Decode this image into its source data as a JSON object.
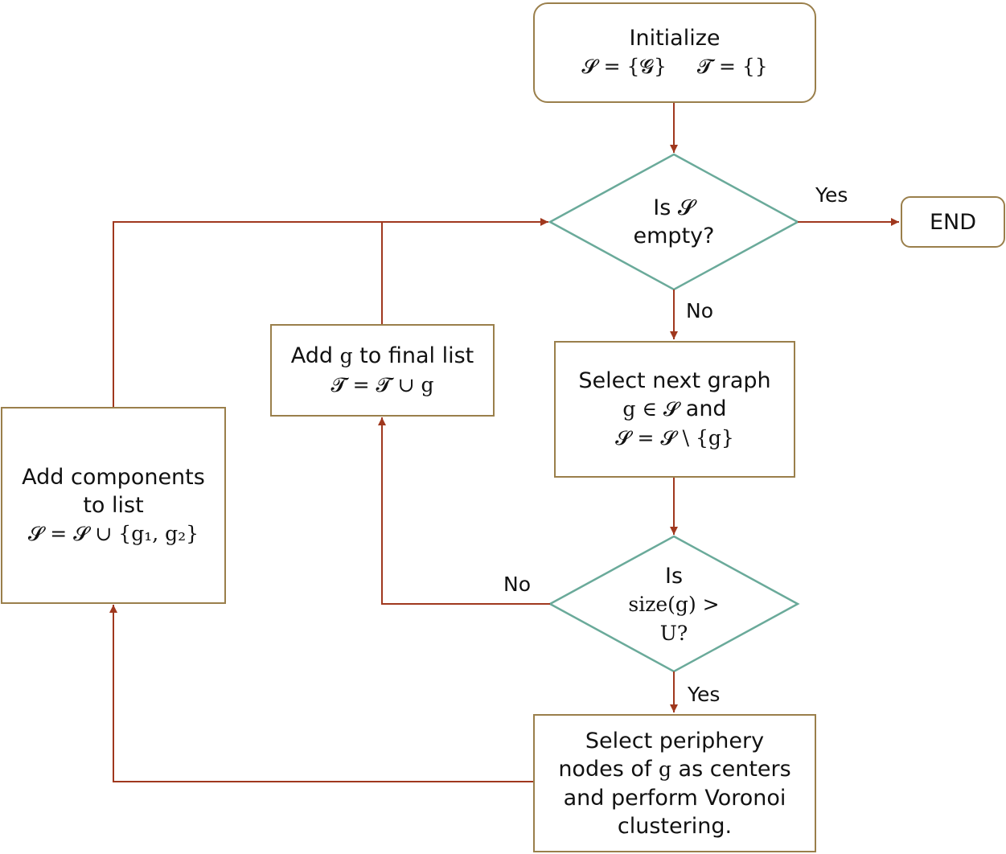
{
  "colors": {
    "box_border": "#9a7f4b",
    "diamond_border": "#6aaa9a",
    "arrow": "#a0381e",
    "text": "#111111"
  },
  "nodes": {
    "initialize": {
      "title": "Initialize",
      "formula_s": "𝓢 = {𝓖}",
      "formula_t": "𝓣 = {}"
    },
    "is_empty": {
      "line1": "Is 𝓢",
      "line2": "empty?"
    },
    "end": {
      "label": "END"
    },
    "select_next": {
      "line1": "Select next graph",
      "line2_math": "g ∈ 𝓢",
      "line2_text": " and",
      "line3": "𝓢 = 𝓢 \\ {g}"
    },
    "add_final": {
      "line1_pre": "Add ",
      "line1_math": "g",
      "line1_post": " to final list",
      "line2": "𝓣 = 𝓣 ∪ g"
    },
    "add_components": {
      "line1": "Add components",
      "line2": "to list",
      "line3": "𝓢 = 𝓢 ∪ {g₁, g₂}"
    },
    "is_size": {
      "line1": "Is",
      "line2": "size(g) >",
      "line3": "U?"
    },
    "select_periphery": {
      "line1": "Select periphery",
      "line2_pre": "nodes of ",
      "line2_math": "g",
      "line2_post": " as centers",
      "line3": "and perform Voronoi",
      "line4": "clustering."
    }
  },
  "edge_labels": {
    "empty_yes": "Yes",
    "empty_no": "No",
    "size_no": "No",
    "size_yes": "Yes"
  }
}
